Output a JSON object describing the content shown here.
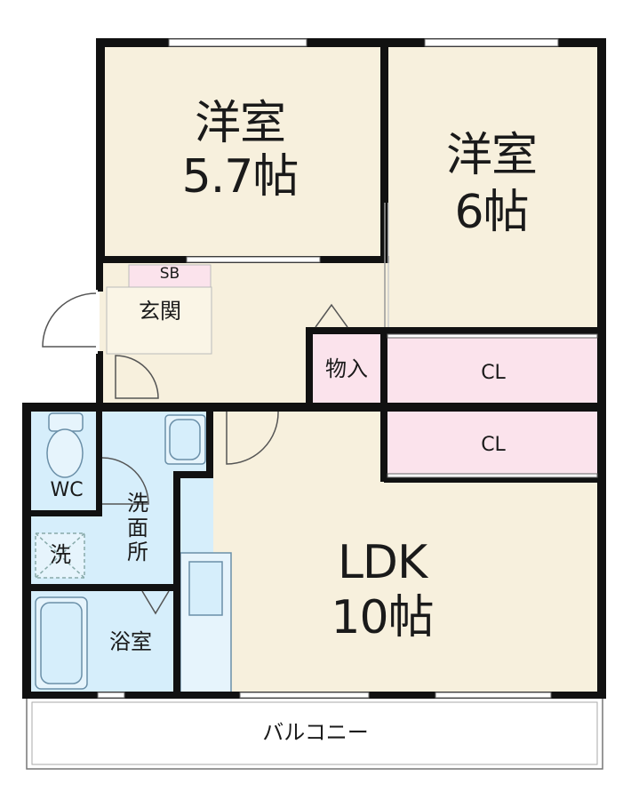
{
  "rooms": {
    "western_room_1": {
      "name": "洋室",
      "size": "5.7帖"
    },
    "western_room_2": {
      "name": "洋室",
      "size": "6帖"
    },
    "ldk": {
      "name": "LDK",
      "size": "10帖"
    },
    "entrance": "玄関",
    "shoe_box": "SB",
    "storage": "物入",
    "closet_upper": "CL",
    "closet_lower": "CL",
    "toilet": "WC",
    "washroom": "洗面所",
    "washing_machine": "洗",
    "bathroom": "浴室",
    "balcony": "バルコニー"
  },
  "colors": {
    "floor": "#f7f0dd",
    "wet_area": "#d6eefb",
    "closet": "#fbe3ec",
    "wall": "#111111"
  }
}
